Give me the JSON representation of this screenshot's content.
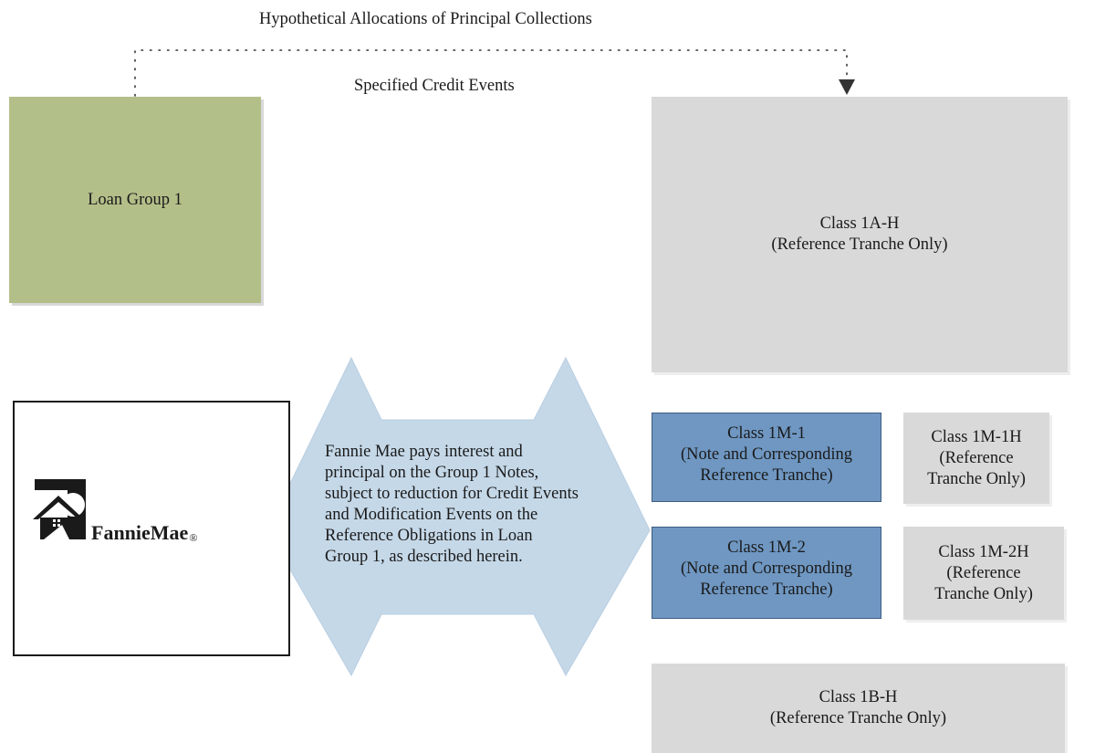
{
  "top_label": "Hypothetical Allocations of Principal Collections",
  "mid_label": "Specified Credit Events",
  "loan_group": "Loan Group 1",
  "class_1ah": [
    "Class 1A-H",
    "(Reference Tranche Only)"
  ],
  "class_1m1": [
    "Class 1M-1",
    "(Note and Corresponding",
    "Reference Tranche)"
  ],
  "class_1m1h": [
    "Class 1M-1H",
    "(Reference",
    "Tranche Only)"
  ],
  "class_1m2": [
    "Class 1M-2",
    "(Note and Corresponding",
    "Reference Tranche)"
  ],
  "class_1m2h": [
    "Class 1M-2H",
    "(Reference",
    "Tranche Only)"
  ],
  "class_1bh": [
    "Class 1B-H",
    "(Reference Tranche Only)"
  ],
  "arrow_text": [
    "Fannie Mae pays interest and",
    "principal on the Group 1 Notes,",
    "subject to reduction for Credit Events",
    "and Modification Events on the",
    "Reference Obligations in Loan",
    "Group 1, as described herein."
  ],
  "logo": {
    "name": "FannieMae",
    "reg_mark": "®",
    "icon": "house-icon"
  },
  "colors": {
    "loan_group": "#b3bf89",
    "reference_only": "#d9d9d9",
    "note_tranche": "#6f97c2",
    "arrow": "#c5d8e8"
  }
}
